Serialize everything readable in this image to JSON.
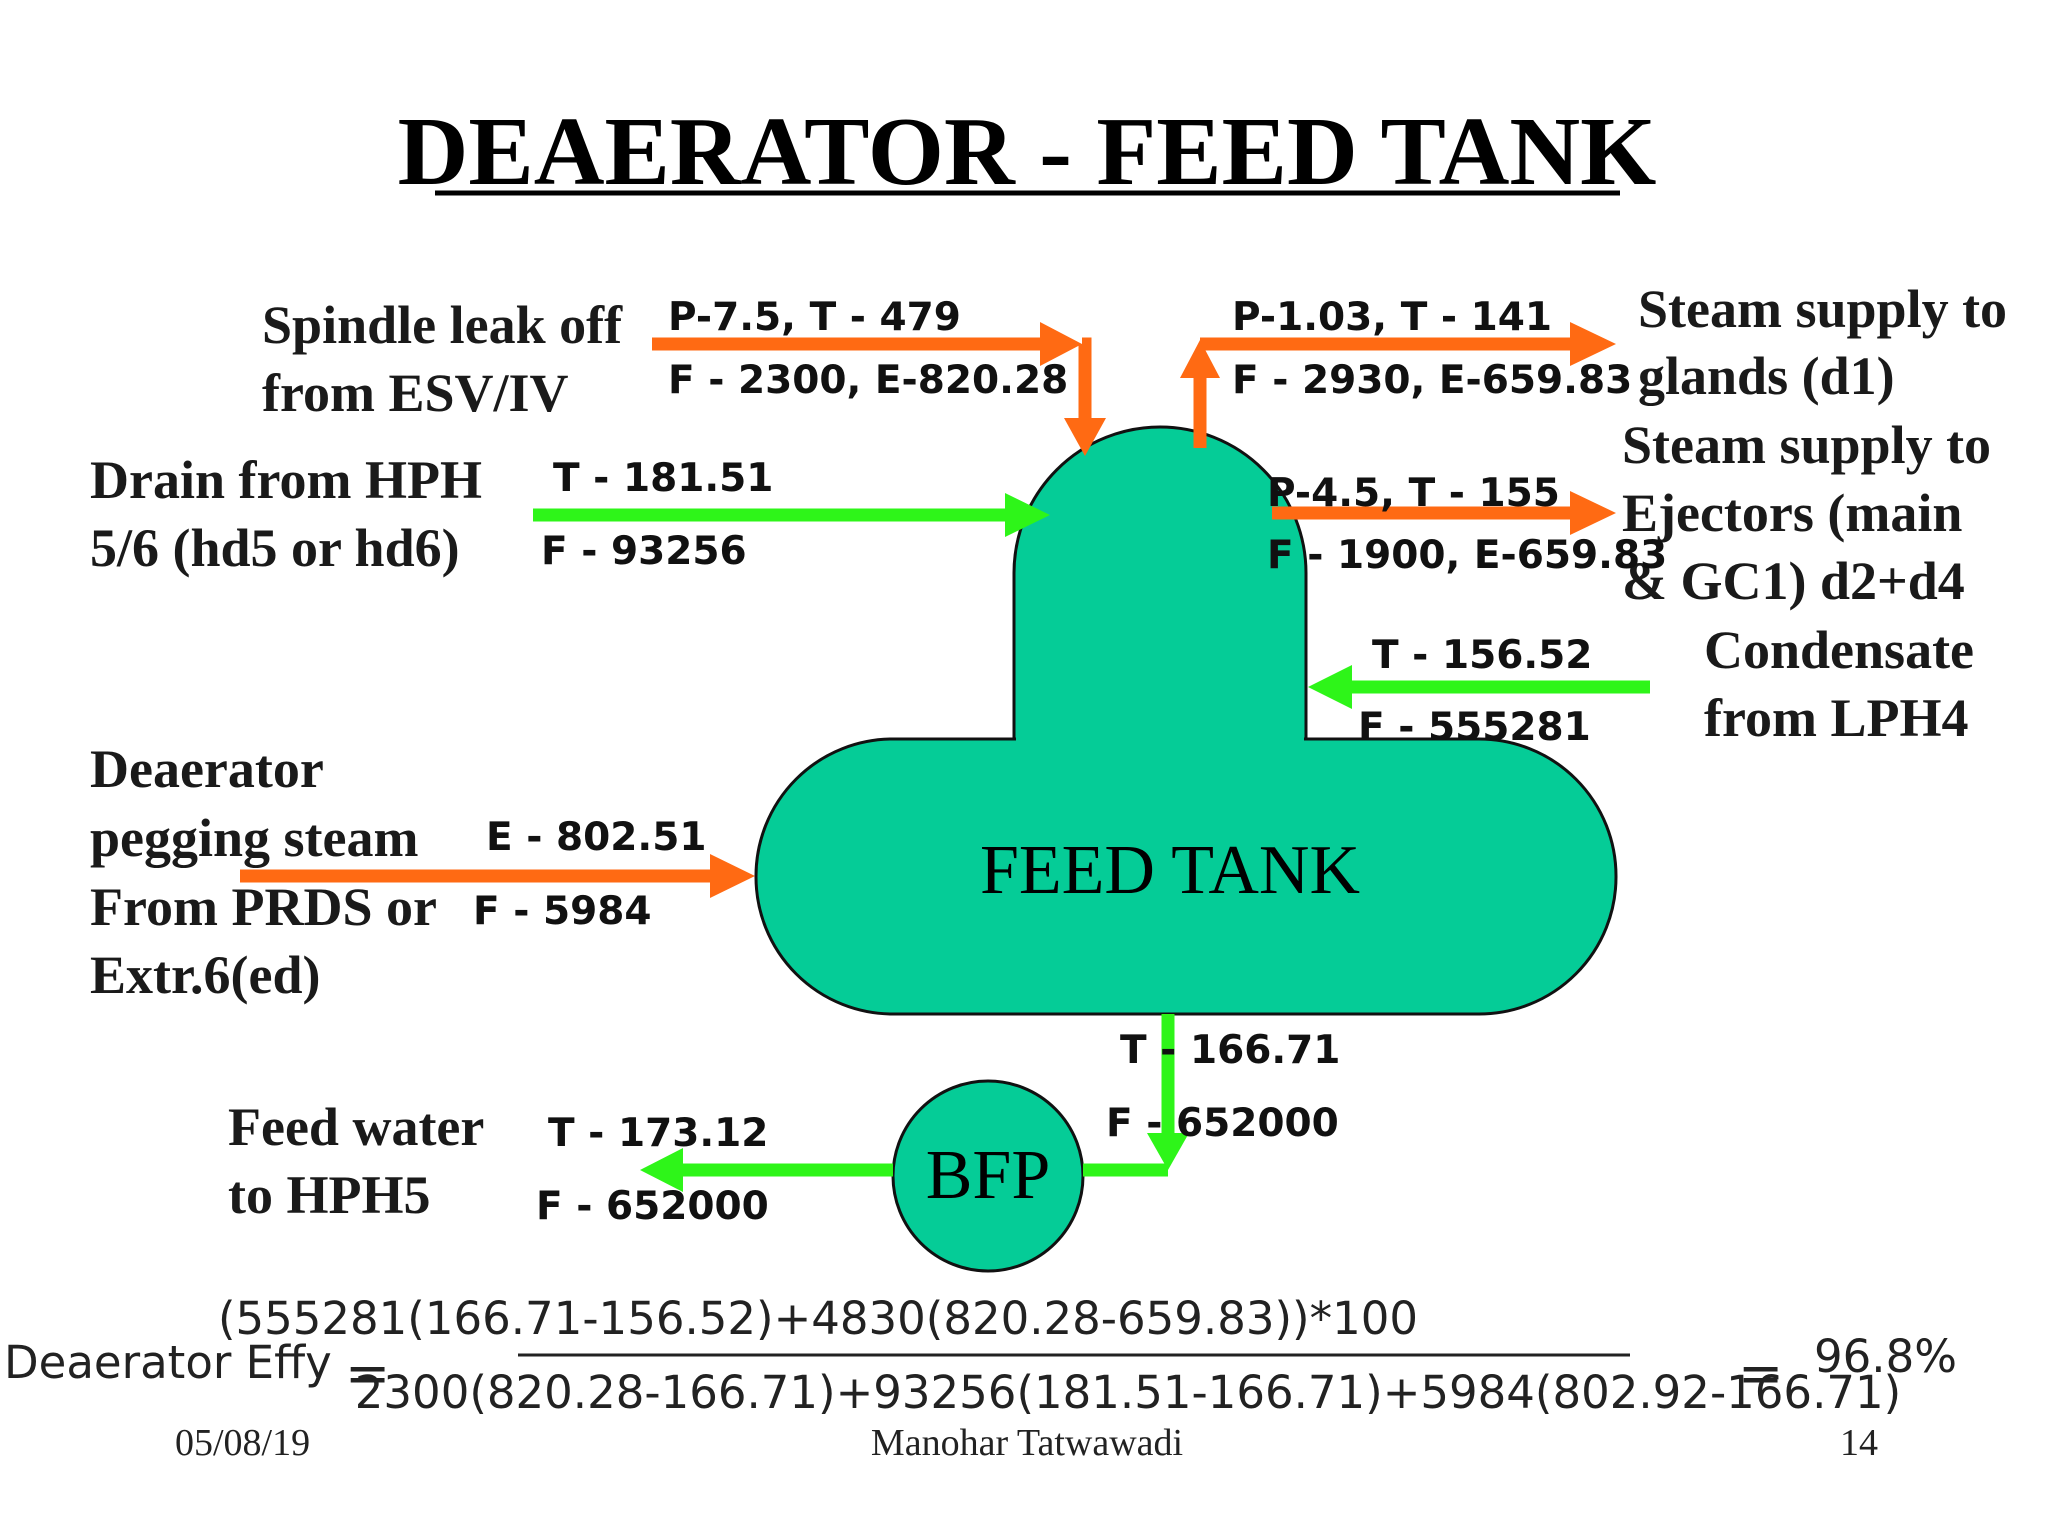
{
  "title": "DEAERATOR - FEED TANK",
  "colors": {
    "tank": "#05cc97",
    "steam_arrow": "#ff6a13",
    "water_arrow": "#2ef519",
    "outline": "#111111"
  },
  "labels": {
    "spindle_1": "Spindle leak off",
    "spindle_2": "from ESV/IV",
    "drain_1": "Drain from HPH",
    "drain_2": "5/6 (hd5 or hd6)",
    "pegging_1": "Deaerator",
    "pegging_2": "pegging steam",
    "pegging_3": "From PRDS or",
    "pegging_4": "Extr.6(ed)",
    "feedwater_1": "Feed water",
    "feedwater_2": "to HPH5",
    "glands_1": "Steam supply to",
    "glands_2": "glands (d1)",
    "ejectors_1": "Steam supply to",
    "ejectors_2": "Ejectors (main",
    "ejectors_3": "& GC1) d2+d4",
    "condensate_1": "Condensate",
    "condensate_2": "from LPH4",
    "feed_tank": "FEED TANK",
    "bfp": "BFP"
  },
  "values": {
    "spindle_pt": "P-7.5, T - 479",
    "spindle_fe": "F - 2300, E-820.28",
    "drain_t": "T - 181.51",
    "drain_f": "F - 93256",
    "pegging_e": "E - 802.51",
    "pegging_f": "F - 5984",
    "glands_pt": "P-1.03, T - 141",
    "glands_fe": "F - 2930, E-659.83",
    "ejectors_pt": "P-4.5, T - 155",
    "ejectors_fe": "F - 1900, E-659.83",
    "condensate_t": "T - 156.52",
    "condensate_f": "F - 555281",
    "tank_out_t": "T - 166.71",
    "tank_out_f": "F - 652000",
    "feedwater_t": "T - 173.12",
    "feedwater_f": "F - 652000"
  },
  "equation": {
    "label": "Deaerator Effy",
    "equals": "=",
    "numerator": "(555281(166.71-156.52)+4830(820.28-659.83))*100",
    "denominator": "2300(820.28-166.71)+93256(181.51-166.71)+5984(802.92-166.71)",
    "result": "96.8%"
  },
  "footer": {
    "date": "05/08/19",
    "author": "Manohar Tatwawadi",
    "page": "14"
  }
}
